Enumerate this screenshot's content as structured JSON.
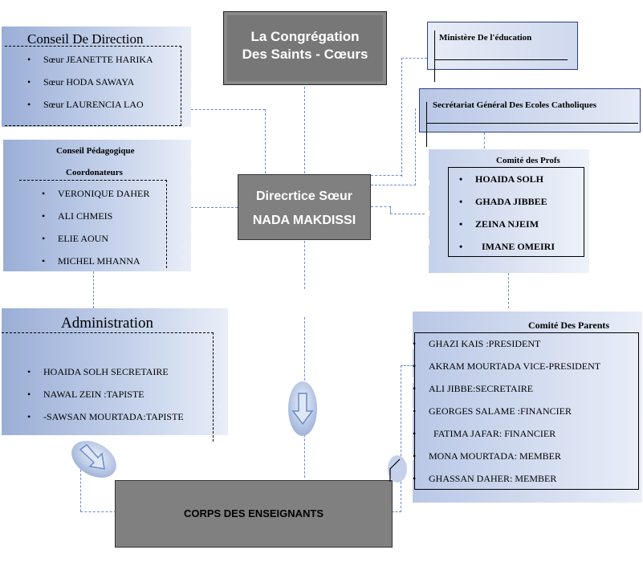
{
  "congregation": {
    "line1": "La Congrégation",
    "line2": "Des Saints - Cœurs"
  },
  "directrice": {
    "line1": "Direcrtice  Sœur",
    "line2": "NADA MAKDISSI"
  },
  "ministere": {
    "title": "Ministère De l'éducation"
  },
  "secretariat": {
    "title": "Secrétariat Général Des Ecoles Catholiques"
  },
  "conseil_direction": {
    "title": "Conseil De Direction",
    "members": [
      "Sœur JEANETTE HARIKA",
      "Sœur HODA SAWAYA",
      "Sœur LAURENCIA LAO"
    ]
  },
  "conseil_pedagogique": {
    "title": "Conseil Pédagogique",
    "subtitle": "Coordonateurs",
    "members": [
      "VERONIQUE DAHER",
      "ALI CHMEIS",
      "ELIE AOUN",
      "MICHEL MHANNA"
    ]
  },
  "comite_profs": {
    "title": "Comité des Profs",
    "members": [
      "HOAIDA SOLH",
      "GHADA JIBBEE",
      "ZEINA NJEIM",
      "IMANE  OMEIRI"
    ]
  },
  "administration": {
    "title": "Administration",
    "members": [
      "HOAIDA SOLH SECRETAIRE",
      "NAWAL ZEIN :TAPISTE",
      "-SAWSAN MOURTADA:TAPISTE"
    ]
  },
  "comite_parents": {
    "title": "Comité Des Parents",
    "members": [
      "GHAZI KAIS :PRESIDENT",
      "AKRAM MOURTADA VICE-PRESIDENT",
      "ALI JIBBE:SECRETAIRE",
      "GEORGES SALAME :FINANCIER",
      "FATIMA JAFAR: FINANCIER",
      "MONA MOURTADA: MEMBER",
      "GHASSAN DAHER: MEMBER"
    ]
  },
  "corps": {
    "label": "CORPS DES ENSEIGNANTS"
  },
  "icons": [
    "arrow-down-icon",
    "arrow-diagonal-icon"
  ],
  "colors": {
    "panel_blue": "#9aaed6",
    "box_gray": "#808080",
    "connector": "#6a8cc9"
  }
}
